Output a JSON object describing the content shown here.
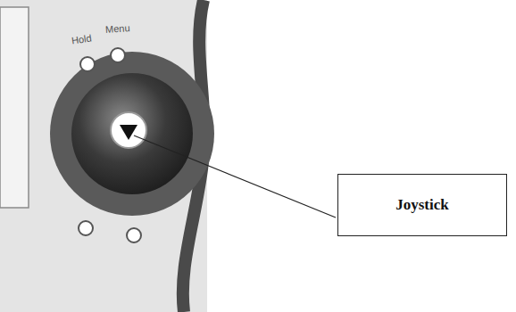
{
  "diagram": {
    "nodes": [
      {
        "text": [
          "Joystick"
        ]
      }
    ],
    "labels": [
      "Hold",
      "Menu"
    ]
  }
}
